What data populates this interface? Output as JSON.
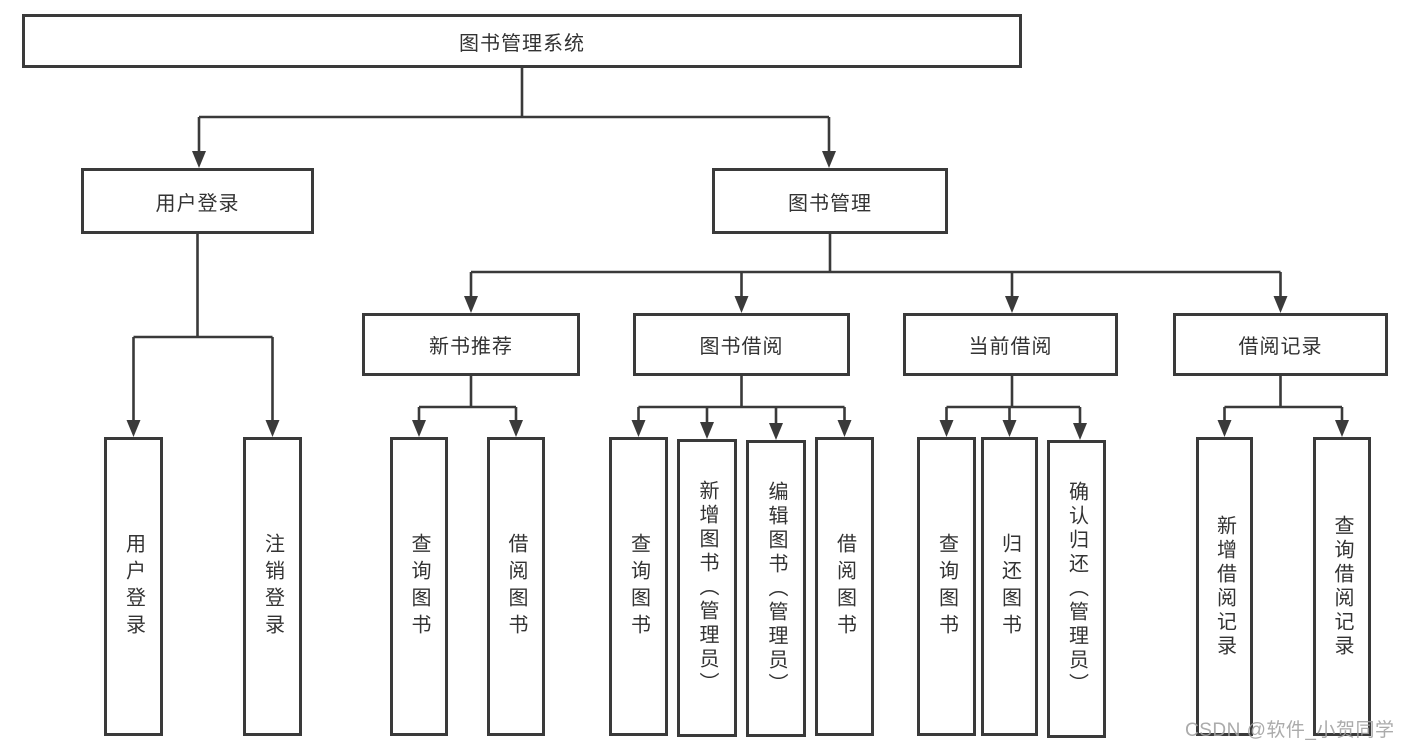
{
  "tree": {
    "root": "图书管理系统",
    "branches": [
      {
        "label": "用户登录",
        "leaves": [
          "用户登录",
          "注销登录"
        ]
      },
      {
        "label": "图书管理",
        "groups": [
          {
            "label": "新书推荐",
            "leaves": [
              "查询图书",
              "借阅图书"
            ]
          },
          {
            "label": "图书借阅",
            "leaves": [
              "查询图书",
              "新增图书（管理员）",
              "编辑图书（管理员）",
              "借阅图书"
            ]
          },
          {
            "label": "当前借阅",
            "leaves": [
              "查询图书",
              "归还图书",
              "确认归还（管理员）"
            ]
          },
          {
            "label": "借阅记录",
            "leaves": [
              "新增借阅记录",
              "查询借阅记录"
            ]
          }
        ]
      }
    ]
  },
  "watermark": "CSDN @软件_小贺同学",
  "colors": {
    "line": "#3a3a3a",
    "box_border": "#3a3a3a",
    "text": "#333333",
    "watermark": "#a2a2a2",
    "background": "#ffffff"
  }
}
